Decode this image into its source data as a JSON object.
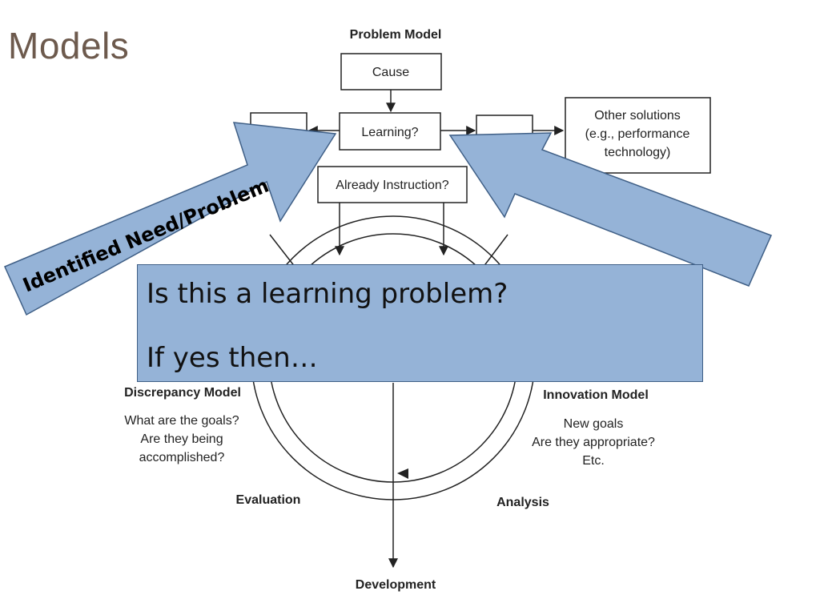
{
  "slide": {
    "title": "Models"
  },
  "diagram": {
    "problem_model": {
      "title": "Problem Model",
      "cause": "Cause",
      "learning": "Learning?",
      "already_instruction": "Already Instruction?",
      "other_solutions": [
        "Other solutions",
        "(e.g., performance",
        "technology)"
      ]
    },
    "discrepancy_model": {
      "title": "Discrepancy Model",
      "lines": [
        "What are the goals?",
        "Are they being",
        "accomplished?"
      ]
    },
    "innovation_model": {
      "title": "Innovation Model",
      "lines": [
        "New goals",
        "Are they appropriate?",
        "Etc."
      ]
    },
    "cycle": {
      "evaluation": "Evaluation",
      "analysis": "Analysis",
      "development": "Development"
    }
  },
  "overlay": {
    "left_arrow_label": "Identified Need/Problem",
    "callout_line1": "Is this a learning problem?",
    "callout_line2": "If yes then…",
    "arrow_fill": "#95b3d7",
    "arrow_stroke": "#3f5f86"
  }
}
